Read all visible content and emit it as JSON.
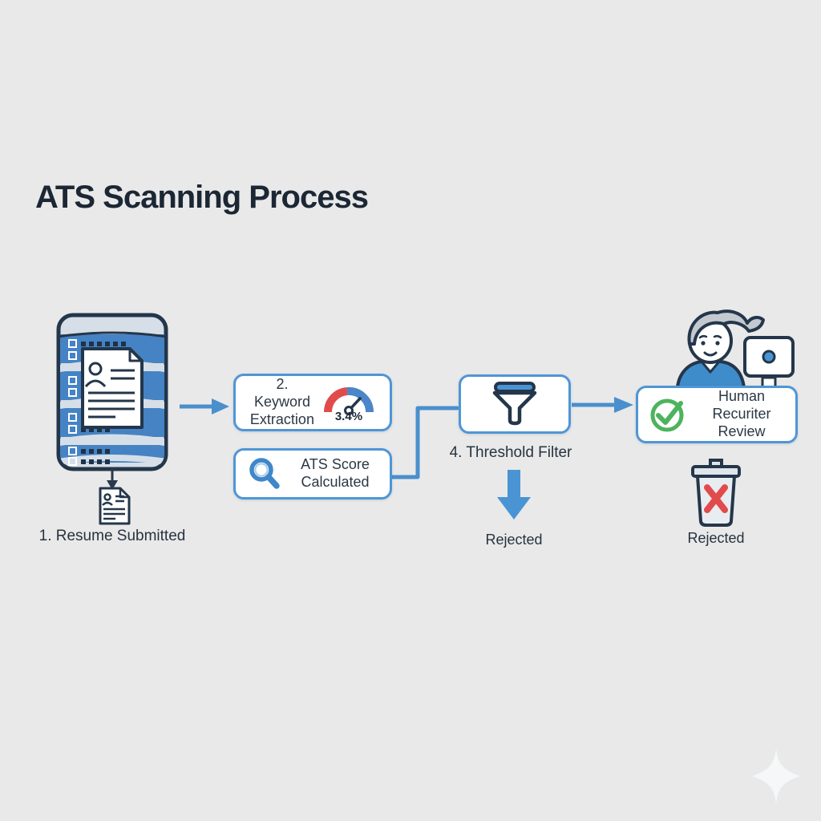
{
  "title": "ATS Scanning Process",
  "flow": {
    "resume": {
      "label": "1. Resume Submitted"
    },
    "keyword_extraction": {
      "title_line1": "2. Keyword",
      "title_line2": "Extraction",
      "gauge_value": "3.4%"
    },
    "ats_score": {
      "title_line1": "ATS Score",
      "title_line2": "Calculated"
    },
    "threshold_filter": {
      "label": "4. Threshold Filter"
    },
    "threshold_rejected": {
      "label": "Rejected"
    },
    "human_review": {
      "title_line1": "Human",
      "title_line2": "Recuriter Review"
    },
    "review_rejected": {
      "label": "Rejected"
    }
  },
  "icons": {
    "server": "database-server-with-resume-document",
    "document": "resume-document",
    "gauge": "half-red-half-blue-dial-gauge",
    "magnifier": "blue-search-magnifier",
    "funnel": "filter-funnel",
    "check": "green-check-circle",
    "person": "recruiter-at-monitor",
    "trash": "trash-can-with-red-x",
    "sparkle": "white-four-point-star"
  },
  "colors": {
    "background": "#e9e9e9",
    "title_text": "#1b2734",
    "body_text": "#26333f",
    "navy_outline": "#24364a",
    "accent_blue": "#4a8fcd",
    "border_blue": "#4f96d6",
    "server_blue": "#4583c4",
    "gauge_red": "#e14b4b",
    "gauge_blue": "#4a86c8",
    "success_green": "#4db35e",
    "reject_red": "#e14b4b"
  }
}
